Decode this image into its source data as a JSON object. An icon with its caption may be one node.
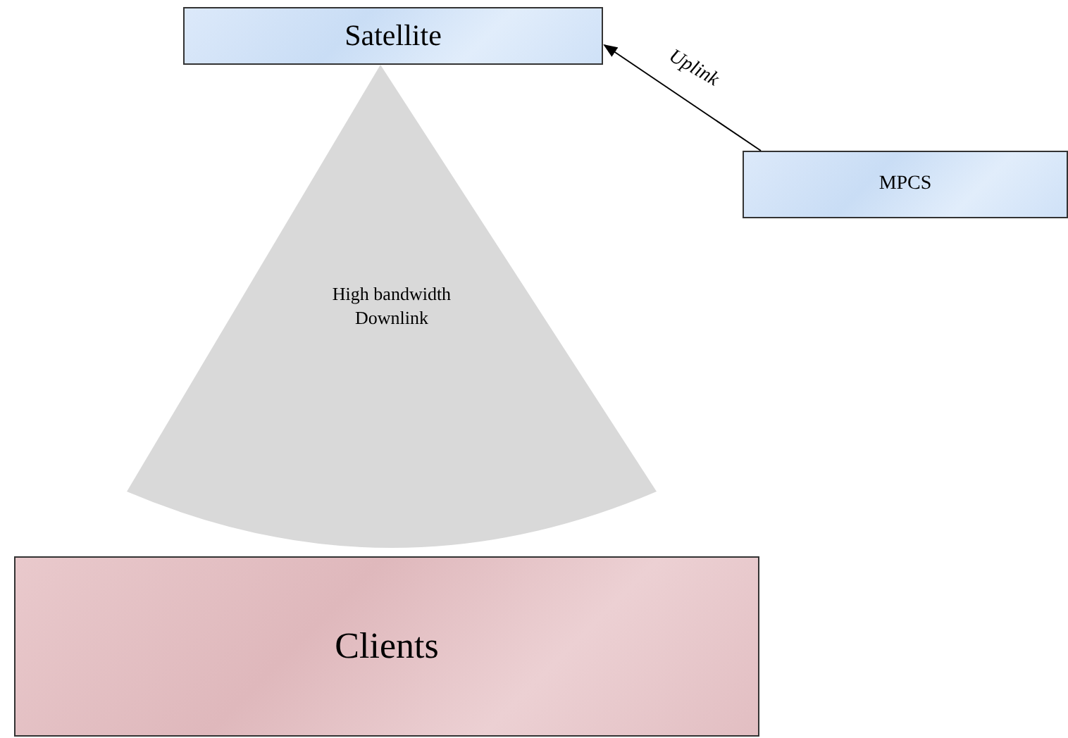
{
  "diagram": {
    "nodes": [
      {
        "text": [
          "Satellite"
        ]
      },
      {
        "text": [
          "MPCS"
        ]
      },
      {
        "text": [
          "High bandwidth Downlink"
        ]
      },
      {
        "text": [
          "Clients"
        ]
      }
    ],
    "edges": [
      {
        "from": 1,
        "to": 0,
        "arrow": "to",
        "label": "Uplink"
      }
    ]
  }
}
